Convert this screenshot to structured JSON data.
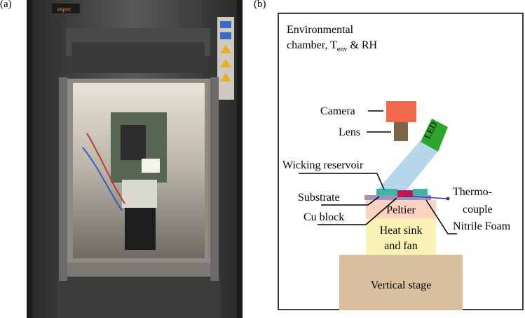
{
  "panels": {
    "a_label": "(a)",
    "b_label": "(b)"
  },
  "photo": {
    "brand_text": "espec"
  },
  "diagram": {
    "chamber_line1": "Environmental",
    "chamber_line2_pre": "chamber, T",
    "chamber_sub": "env",
    "chamber_line2_post": " & RH",
    "camera": "Camera",
    "lens": "Lens",
    "led": "LED",
    "wicking_reservoir": "Wicking reservoir",
    "substrate": "Substrate",
    "cu_block": "Cu block",
    "peltier": "Peltier",
    "thermo_line1": "Thermo-",
    "thermo_line2": "couple",
    "nitrile_foam": "Nitrile Foam",
    "heat_sink_line1": "Heat sink",
    "heat_sink_line2": "and fan",
    "vertical_stage": "Vertical stage"
  },
  "colors": {
    "camera": "#f26a4b",
    "lens": "#7a6548",
    "led": "#2fa52f",
    "light_cone": "#b6d6ec",
    "peltier": "#f9d3bf",
    "heat_sink": "#fbf3b6",
    "stage": "#d9bf9d",
    "cu_block": "#c0174d",
    "reservoir": "#3ab5a6",
    "nitrile": "#9c93bf",
    "thermocouple": "#3a3ab0"
  }
}
